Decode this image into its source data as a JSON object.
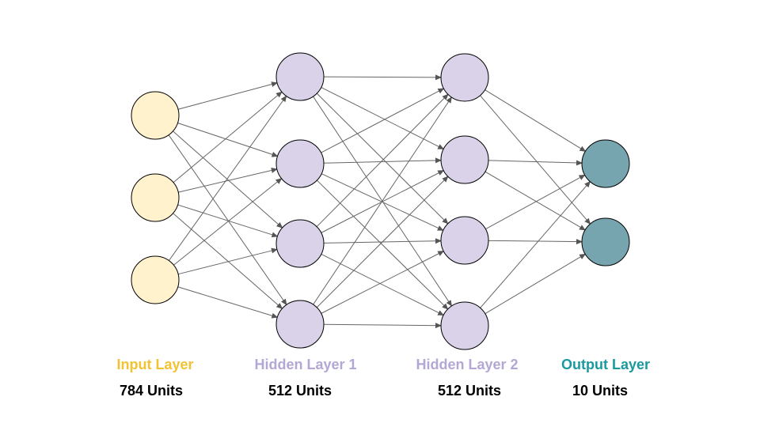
{
  "layers": [
    {
      "name": "Input Layer",
      "units": "784 Units",
      "nodes_drawn": 3,
      "fill": "#fff2cc",
      "label_color": "#f1c232"
    },
    {
      "name": "Hidden Layer 1",
      "units": "512 Units",
      "nodes_drawn": 4,
      "fill": "#d9d2e9",
      "label_color": "#b4a7d6"
    },
    {
      "name": "Hidden Layer 2",
      "units": "512 Units",
      "nodes_drawn": 4,
      "fill": "#d9d2e9",
      "label_color": "#b4a7d6"
    },
    {
      "name": "Output Layer",
      "units": "10 Units",
      "nodes_drawn": 2,
      "fill": "#76a5af",
      "label_color": "#1a9a9e"
    }
  ],
  "edge_color": "#666666",
  "node_stroke": "#000000"
}
